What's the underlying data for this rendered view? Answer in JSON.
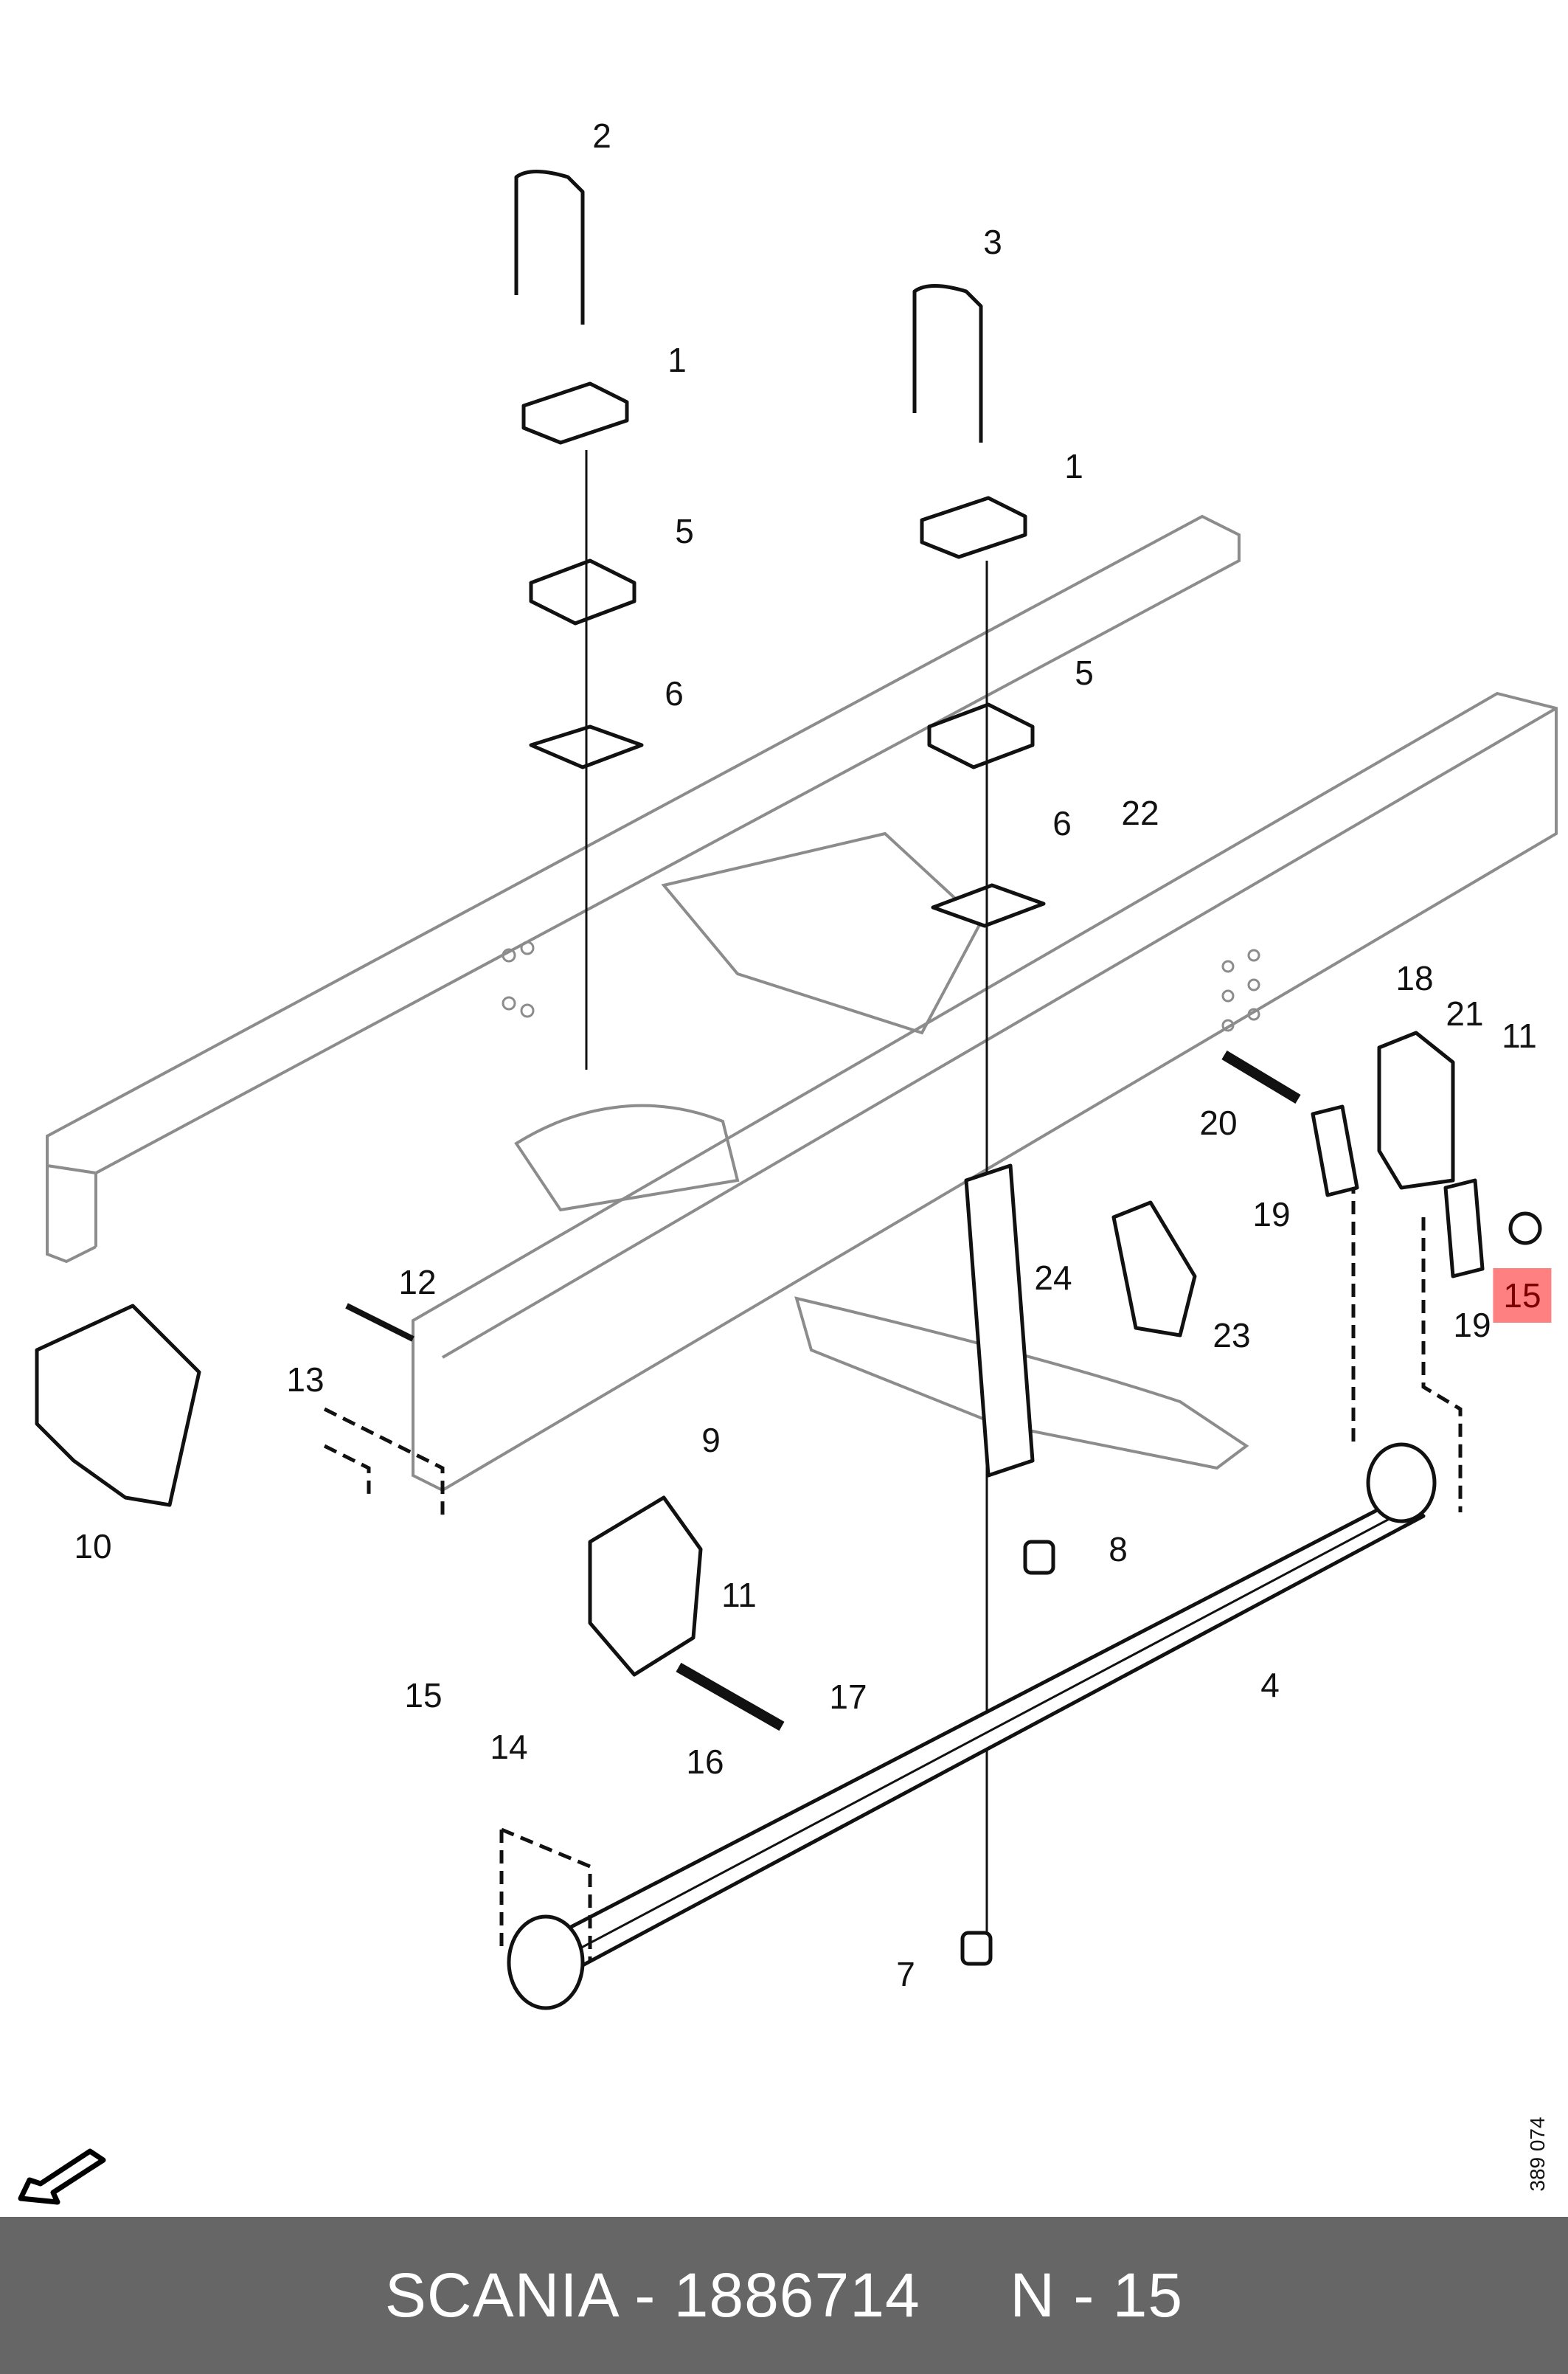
{
  "diagram": {
    "brand": "SCANIA",
    "part_number": "1886714",
    "position": "N - 15",
    "footer_text": "SCANIA - 1886714     N - 15",
    "drawing_reference": "389 074",
    "highlight_color": "#ff8080",
    "footer_bg_color": "#666666",
    "highlighted_callout": "15",
    "orientation_indicator": "arrow-down-left-icon",
    "callouts": [
      {
        "id": "c2a",
        "label": "2"
      },
      {
        "id": "c1a",
        "label": "1"
      },
      {
        "id": "c5a",
        "label": "5"
      },
      {
        "id": "c6a",
        "label": "6"
      },
      {
        "id": "c3",
        "label": "3"
      },
      {
        "id": "c1b",
        "label": "1"
      },
      {
        "id": "c5b",
        "label": "5"
      },
      {
        "id": "c6b",
        "label": "6"
      },
      {
        "id": "c22",
        "label": "22"
      },
      {
        "id": "c18",
        "label": "18"
      },
      {
        "id": "c21",
        "label": "21"
      },
      {
        "id": "c11a",
        "label": "11"
      },
      {
        "id": "c20",
        "label": "20"
      },
      {
        "id": "c19a",
        "label": "19"
      },
      {
        "id": "c19b",
        "label": "19"
      },
      {
        "id": "c15a",
        "label": "15"
      },
      {
        "id": "c24",
        "label": "24"
      },
      {
        "id": "c23",
        "label": "23"
      },
      {
        "id": "c12",
        "label": "12"
      },
      {
        "id": "c13",
        "label": "13"
      },
      {
        "id": "c10",
        "label": "10"
      },
      {
        "id": "c9",
        "label": "9"
      },
      {
        "id": "c11b",
        "label": "11"
      },
      {
        "id": "c8",
        "label": "8"
      },
      {
        "id": "c4",
        "label": "4"
      },
      {
        "id": "c15b",
        "label": "15"
      },
      {
        "id": "c14",
        "label": "14"
      },
      {
        "id": "c16",
        "label": "16"
      },
      {
        "id": "c17",
        "label": "17"
      },
      {
        "id": "c7",
        "label": "7"
      }
    ]
  }
}
